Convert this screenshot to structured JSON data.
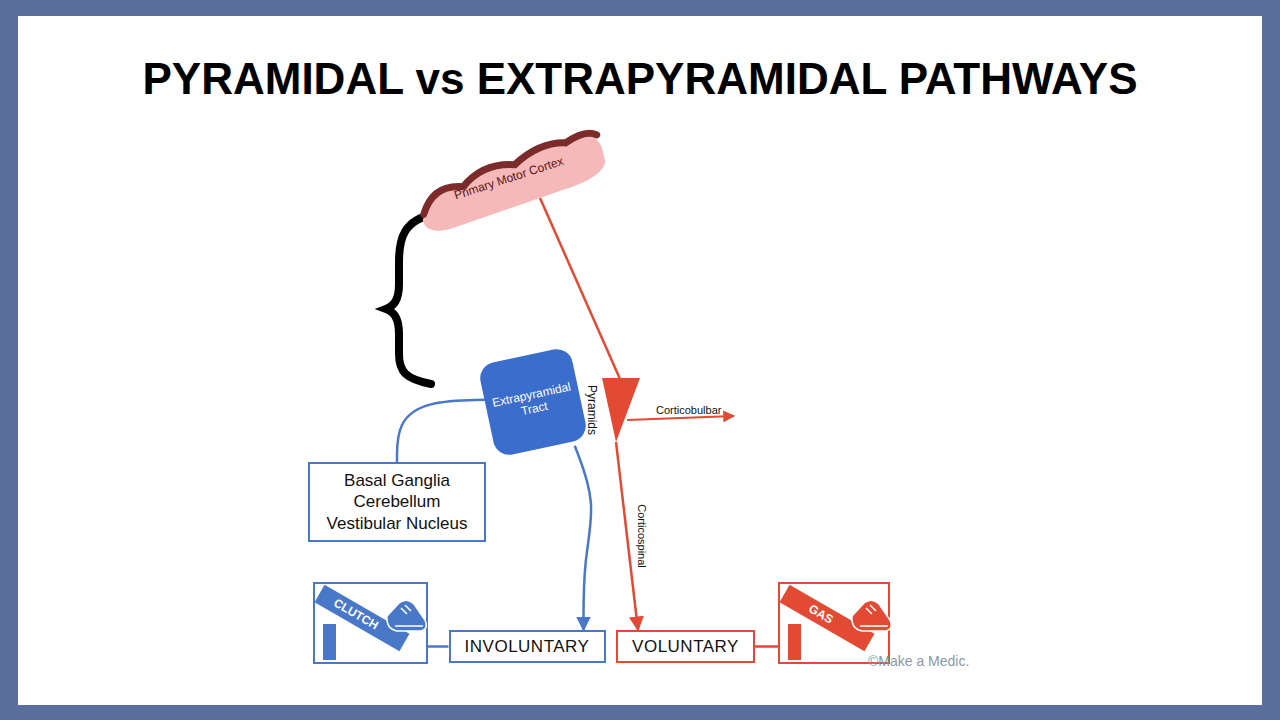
{
  "diagram": {
    "title": "PYRAMIDAL vs EXTRAPYRAMIDAL PATHWAYS",
    "nodes": [
      {
        "text": [
          "Primary Motor Cortex"
        ]
      },
      {
        "text": [
          "Extrapyramidal Tract"
        ]
      },
      {
        "text": [
          "Pyramids"
        ]
      },
      {
        "text": [
          "Basal Ganglia Cerebellum Vestibular Nucleus"
        ]
      },
      {
        "text": [
          "CLUTCH"
        ]
      },
      {
        "text": [
          "INVOLUNTARY"
        ]
      },
      {
        "text": [
          "VOLUNTARY"
        ]
      },
      {
        "text": [
          "GAS"
        ]
      }
    ],
    "edges": [
      {
        "from": 0,
        "to": 2,
        "arrow": "none"
      },
      {
        "from": 1,
        "to": 3,
        "arrow": "none"
      },
      {
        "from": 1,
        "to": 5,
        "arrow": "to"
      },
      {
        "from": 2,
        "to": 6,
        "label": "Corticospinal",
        "arrow": "to"
      },
      {
        "from": 4,
        "to": 5,
        "arrow": "none"
      },
      {
        "from": 6,
        "to": 7,
        "arrow": "none"
      }
    ],
    "labels": [
      "Corticobulbar",
      "©Make a Medic."
    ]
  }
}
